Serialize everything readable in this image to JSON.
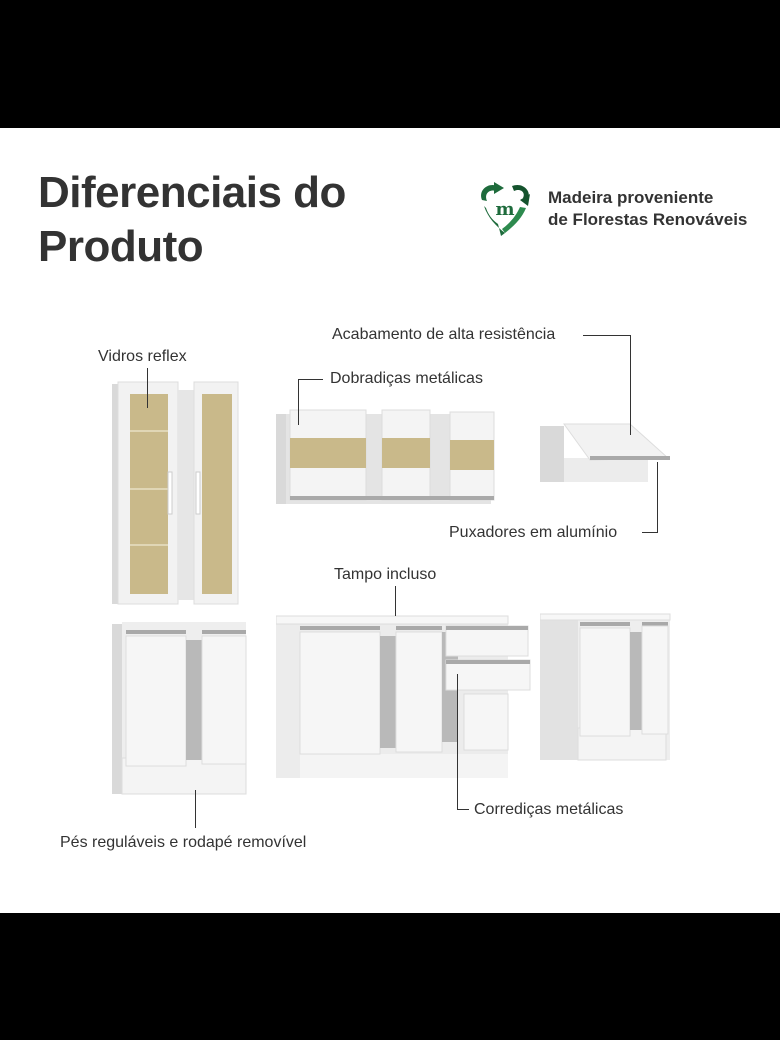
{
  "title": {
    "line1": "Diferenciais do",
    "line2": "Produto"
  },
  "badge": {
    "icon": "recycle-heart-m-icon",
    "line1": "Madeira proveniente",
    "line2": "de Florestas Renováveis",
    "color": "#1e6b3c"
  },
  "features": [
    {
      "id": "vidros",
      "label": "Vidros reflex"
    },
    {
      "id": "acabamento",
      "label": "Acabamento de alta resistência"
    },
    {
      "id": "dobradicas",
      "label": "Dobradiças metálicas"
    },
    {
      "id": "puxadores",
      "label": "Puxadores em alumínio"
    },
    {
      "id": "tampo",
      "label": "Tampo incluso"
    },
    {
      "id": "corredicas",
      "label": "Corrediças metálicas"
    },
    {
      "id": "pes",
      "label": "Pés reguláveis e rodapé removível"
    }
  ],
  "colors": {
    "cabinet": "#f2f2f2",
    "shade": "#d9d9d9",
    "glass": "#c9b98a",
    "handle": "#a9a9a9",
    "text": "#333333"
  }
}
